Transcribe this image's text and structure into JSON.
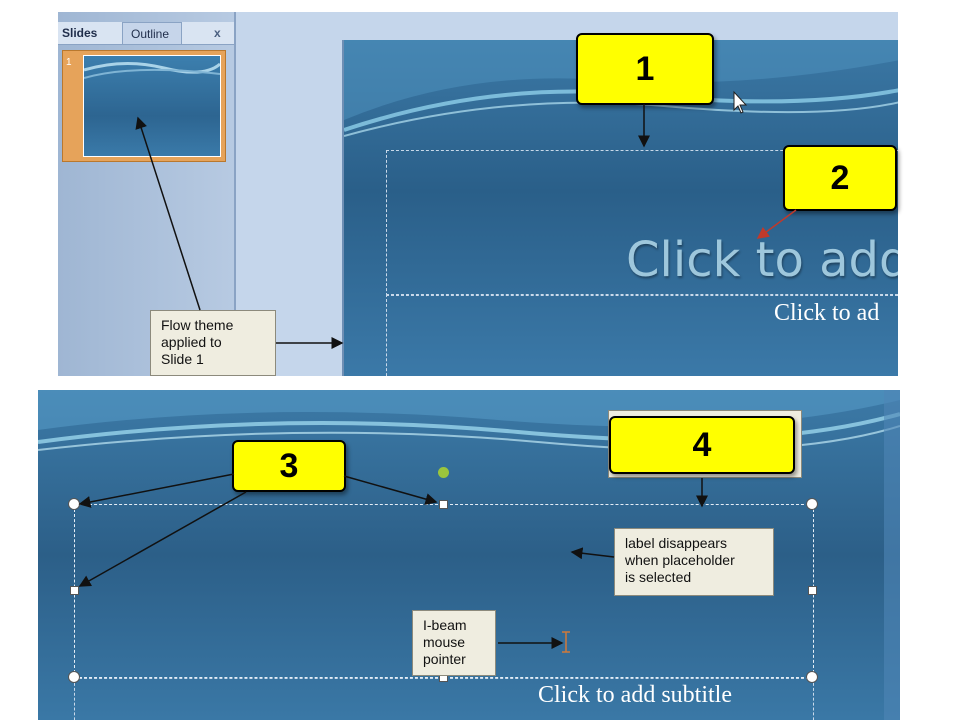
{
  "top": {
    "tabs": {
      "slides": "Slides",
      "outline": "Outline",
      "close": "x"
    },
    "thumbnail_number": "1",
    "flow_note": "Flow theme\napplied to\nSlide 1",
    "title_placeholder": "Click to add",
    "subtitle_placeholder": "Click to ad",
    "callouts": {
      "one": "1",
      "two": "2"
    }
  },
  "bottom": {
    "callouts": {
      "three": "3",
      "four": "4"
    },
    "label_note": "label disappears\nwhen placeholder\nis selected",
    "ibeam_note": "I-beam\nmouse\npointer",
    "subtitle_placeholder": "Click to add subtitle"
  },
  "colors": {
    "callout_fill": "#ffff00",
    "note_fill": "#efede0",
    "slide_blue": "#2f5f88"
  },
  "icons": {
    "cursor": "mouse-arrow-icon",
    "ibeam": "i-beam-cursor-icon",
    "rotate": "rotate-handle-icon"
  }
}
